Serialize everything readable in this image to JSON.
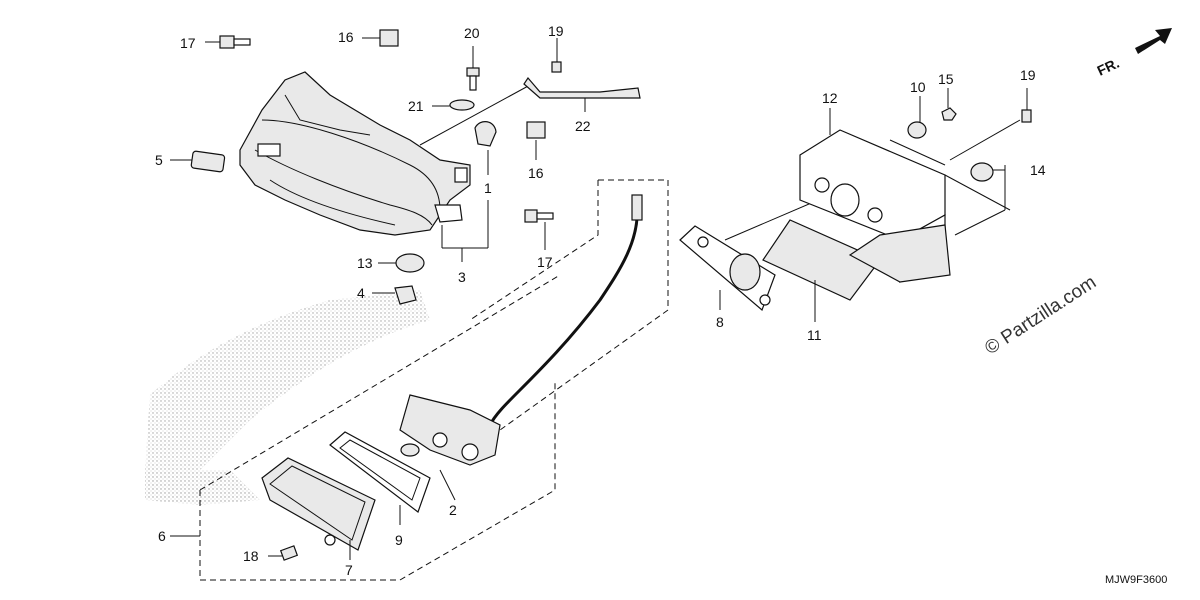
{
  "callouts": {
    "c1": "1",
    "c2": "2",
    "c3": "3",
    "c4": "4",
    "c5": "5",
    "c6": "6",
    "c7": "7",
    "c8": "8",
    "c9": "9",
    "c10": "10",
    "c11": "11",
    "c12": "12",
    "c13": "13",
    "c14": "14",
    "c15": "15",
    "c16a": "16",
    "c16b": "16",
    "c17a": "17",
    "c17b": "17",
    "c18": "18",
    "c19a": "19",
    "c19b": "19",
    "c20": "20",
    "c21": "21",
    "c22": "22"
  },
  "direction_label": "FR.",
  "watermark": "© Partzilla.com",
  "diagram_code": "MJW9F3600"
}
